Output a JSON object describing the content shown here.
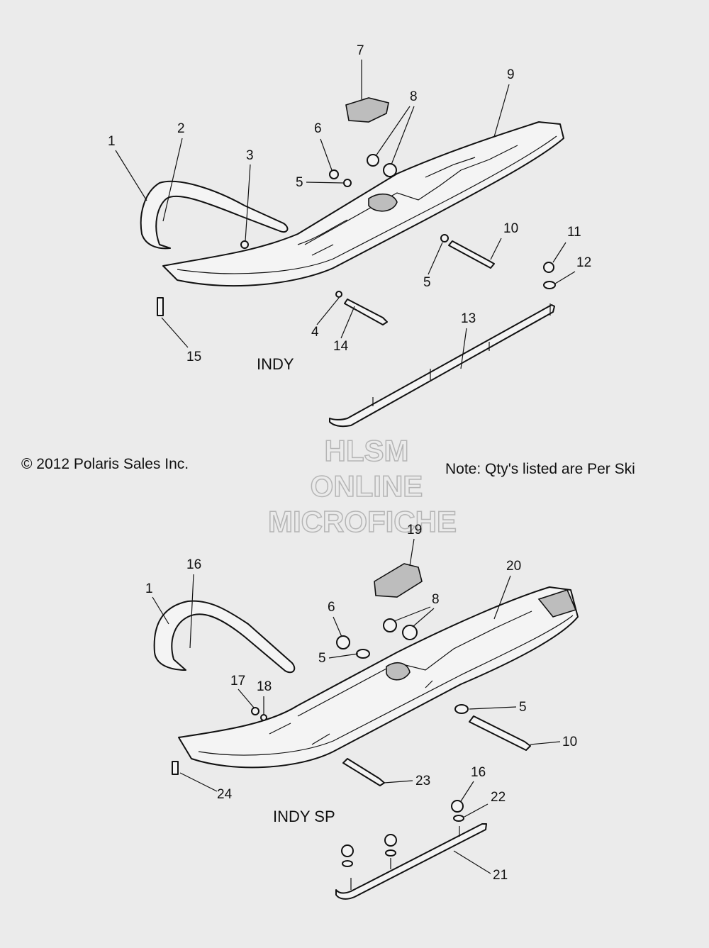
{
  "copyright": "© 2012 Polaris Sales Inc.",
  "note": "Note: Qty's listed are Per Ski",
  "watermark": [
    "HLSM",
    "ONLINE",
    "MICROFICHE"
  ],
  "sections": {
    "top": {
      "title": "INDY",
      "callouts": [
        "1",
        "2",
        "3",
        "4",
        "5",
        "5",
        "6",
        "7",
        "8",
        "9",
        "10",
        "11",
        "12",
        "13",
        "14",
        "15"
      ]
    },
    "bottom": {
      "title": "INDY SP",
      "callouts": [
        "1",
        "16",
        "17",
        "18",
        "5",
        "5",
        "6",
        "19",
        "8",
        "20",
        "10",
        "16",
        "22",
        "21",
        "23",
        "24"
      ]
    }
  }
}
